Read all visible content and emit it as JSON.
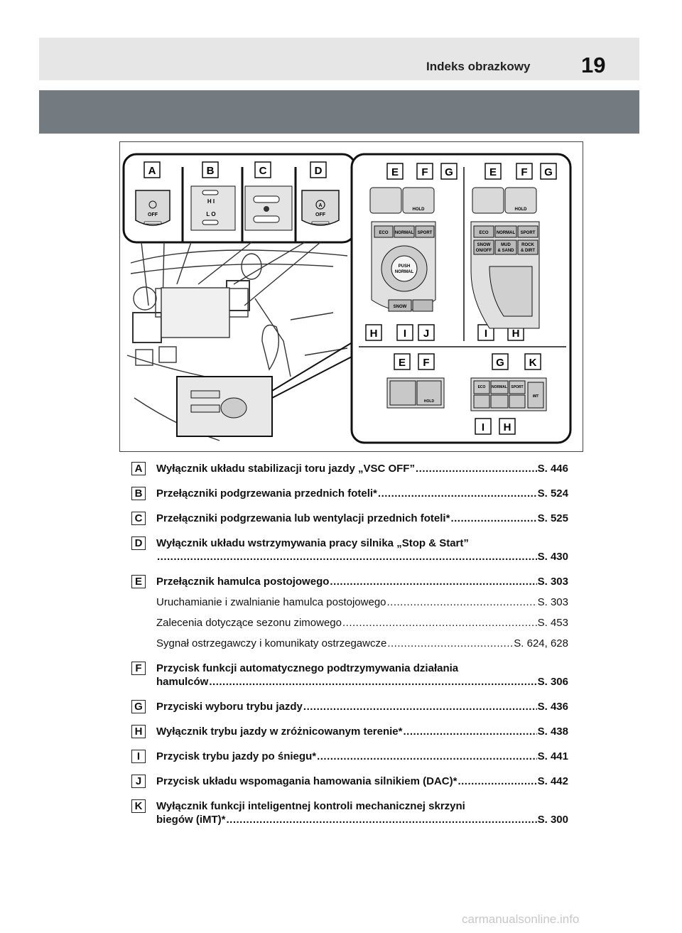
{
  "header": {
    "title": "Indeks obrazkowy",
    "page_number": "19"
  },
  "figure": {
    "callouts_top": [
      "A",
      "B",
      "C",
      "D"
    ],
    "callouts_right_a": [
      "E",
      "F",
      "G"
    ],
    "callouts_right_b": [
      "E",
      "F",
      "G"
    ],
    "callouts_bottom_a": [
      "H",
      "I",
      "J"
    ],
    "callouts_bottom_b": [
      "I",
      "H"
    ],
    "callouts_lower": [
      "E",
      "F",
      "G",
      "K"
    ],
    "callouts_lowest": [
      "I",
      "H"
    ],
    "button_labels": {
      "eco": "ECO",
      "normal": "NORMAL",
      "sport": "SPORT",
      "push": "PUSH",
      "push_normal": "NORMAL",
      "snow": "SNOW",
      "mud_sand": "MUD & SAND",
      "rock_dirt": "ROCK & DIRT",
      "mud_sand_short": "MUD",
      "mud_sand_short2": "& SAND",
      "rock_short": "ROCK",
      "rock_short2": "& DIRT",
      "snow_onoff": "SNOW",
      "snow_onoff2": "ON/OFF",
      "hold": "HOLD",
      "off": "OFF",
      "hi": "H I",
      "lo": "L O",
      "imt": "iMT"
    }
  },
  "entries": [
    {
      "badge": "A",
      "lines": [
        "Wyłącznik układu stabilizacji toru jazdy „VSC OFF”"
      ],
      "page": "S. 446"
    },
    {
      "badge": "B",
      "lines": [
        "Przełączniki podgrzewania przednich foteli*"
      ],
      "page": "S. 524"
    },
    {
      "badge": "C",
      "lines": [
        "Przełączniki podgrzewania lub wentylacji przednich foteli*"
      ],
      "page": "S. 525"
    },
    {
      "badge": "D",
      "lines": [
        "Wyłącznik układu wstrzymywania pracy silnika „Stop & Start”",
        ""
      ],
      "page": "S. 430"
    },
    {
      "badge": "E",
      "lines": [
        "Przełącznik hamulca postojowego"
      ],
      "page": "S. 303",
      "subs": [
        {
          "text": "Uruchamianie i zwalnianie hamulca postojowego",
          "page": "S. 303"
        },
        {
          "text": "Zalecenia dotyczące sezonu zimowego",
          "page": "S. 453"
        },
        {
          "text": "Sygnał ostrzegawczy i komunikaty ostrzegawcze",
          "page": "S. 624, 628"
        }
      ]
    },
    {
      "badge": "F",
      "lines": [
        "Przycisk funkcji automatycznego podtrzymywania działania",
        "hamulców"
      ],
      "page": "S. 306"
    },
    {
      "badge": "G",
      "lines": [
        "Przyciski wyboru trybu jazdy"
      ],
      "page": "S. 436"
    },
    {
      "badge": "H",
      "lines": [
        "Wyłącznik trybu jazdy w zróżnicowanym terenie*"
      ],
      "page": "S. 438"
    },
    {
      "badge": "I",
      "lines": [
        "Przycisk trybu jazdy po śniegu*"
      ],
      "page": "S. 441"
    },
    {
      "badge": "J",
      "lines": [
        "Przycisk układu wspomagania hamowania silnikiem (DAC)*"
      ],
      "page": "S. 442"
    },
    {
      "badge": "K",
      "lines": [
        "Wyłącznik funkcji inteligentnej kontroli mechanicznej skrzyni",
        "biegów (iMT)*"
      ],
      "page": "S. 300"
    }
  ],
  "watermark": "carmanualsonline.info"
}
